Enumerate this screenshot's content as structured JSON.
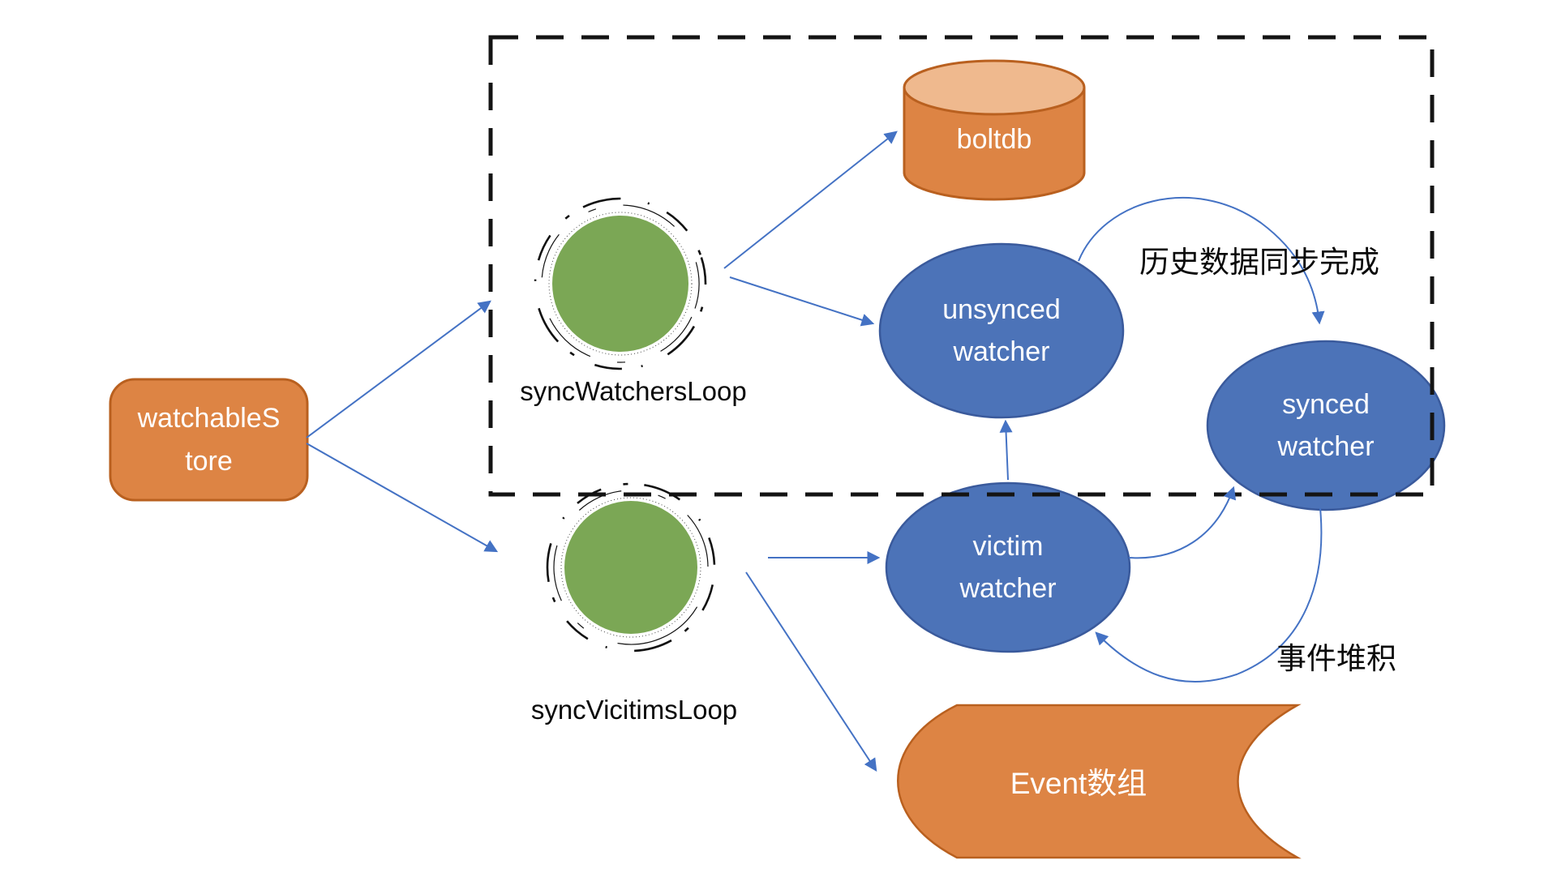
{
  "diagram": {
    "nodes": {
      "watchable_store": {
        "label": "watchableS\ntore"
      },
      "boltdb": {
        "label": "boltdb"
      },
      "unsynced_watcher": {
        "label": "unsynced\nwatcher"
      },
      "synced_watcher": {
        "label": "synced\nwatcher"
      },
      "victim_watcher": {
        "label": "victim\nwatcher"
      },
      "event_array": {
        "label": "Event数组"
      },
      "sync_watchers_loop": {
        "label": "syncWatchersLoop"
      },
      "sync_victims_loop": {
        "label": "syncVicitimsLoop"
      }
    },
    "edge_labels": {
      "history_sync_done": "历史数据同步完成",
      "event_pileup": "事件堆积"
    },
    "colors": {
      "orange_fill": "#DD8444",
      "orange_border": "#B9601F",
      "orange_top": "#EFB98E",
      "blue_fill": "#4C73B8",
      "blue_border": "#3A5A9C",
      "green_fill": "#7BA755",
      "arrow": "#4472C4",
      "dash": "#141414"
    }
  }
}
